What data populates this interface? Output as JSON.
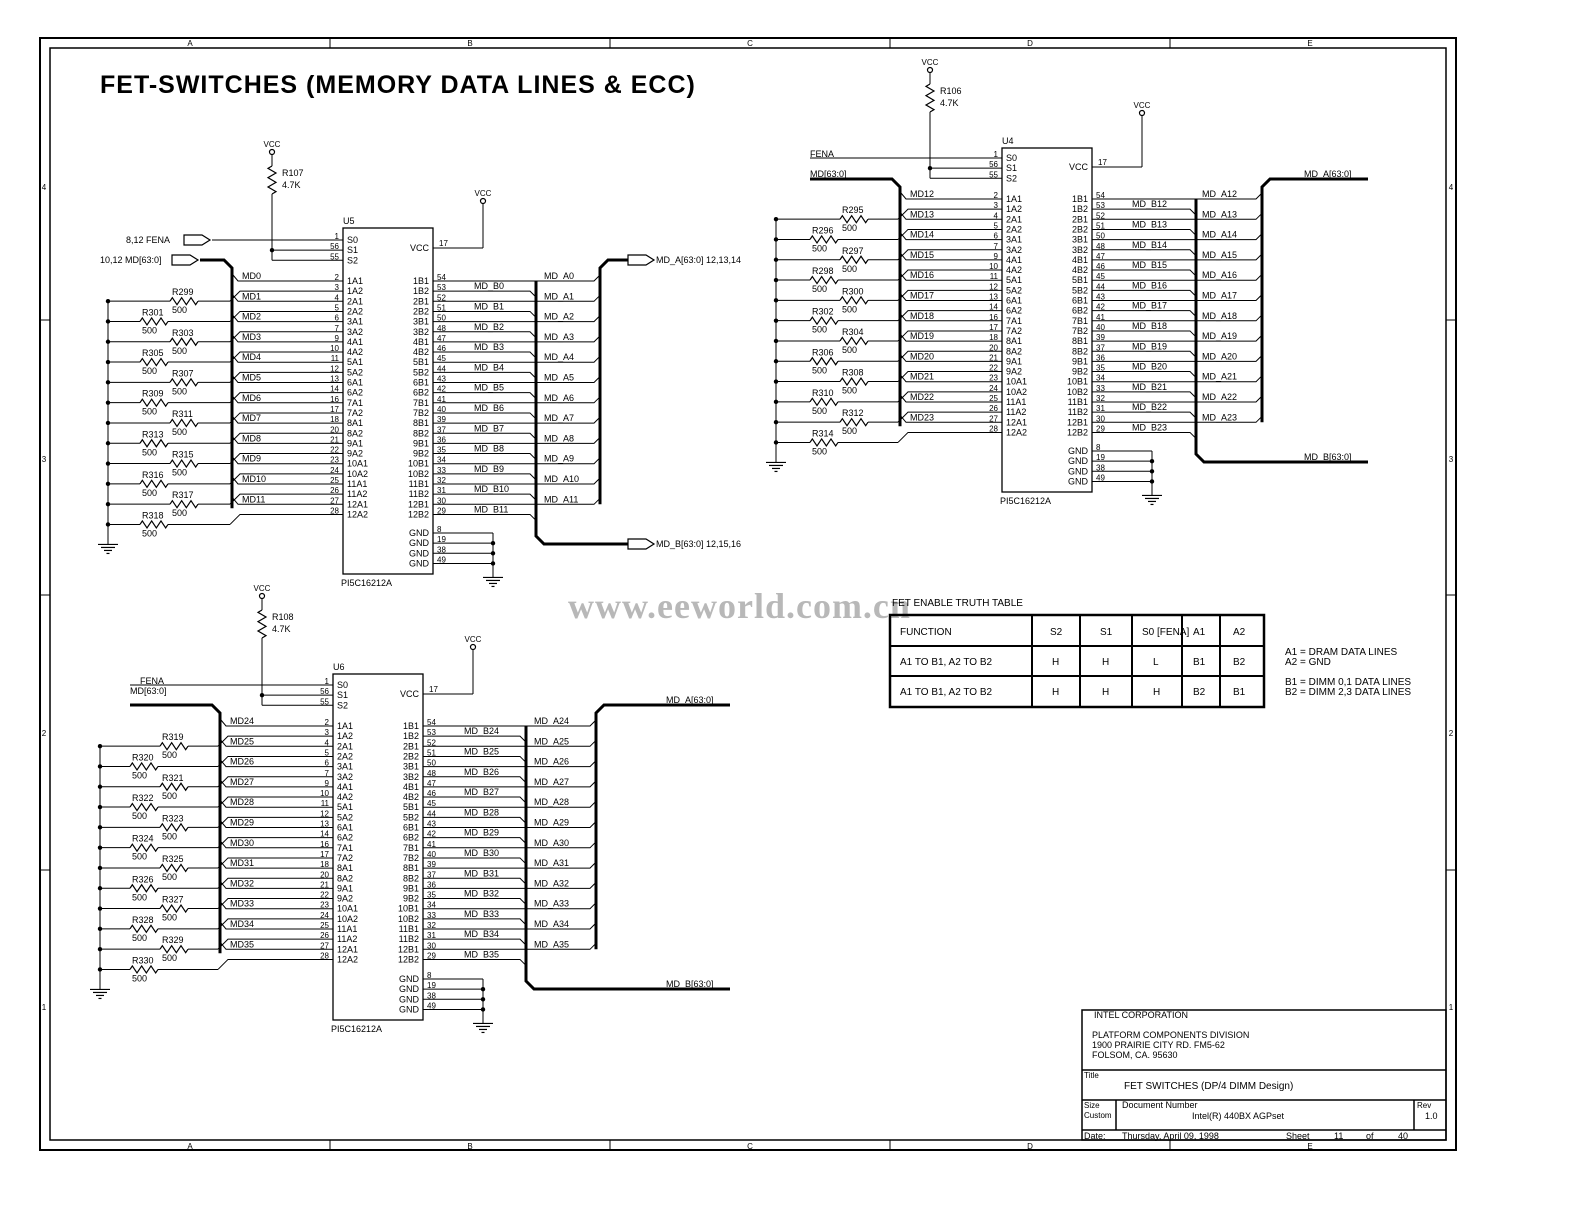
{
  "title": "FET-SWITCHES (MEMORY DATA LINES & ECC)",
  "watermark": "www.eeworld.com.cn",
  "border": {
    "cols": [
      "A",
      "B",
      "C",
      "D",
      "E"
    ],
    "rows": [
      "4",
      "3",
      "2",
      "1"
    ]
  },
  "common": {
    "vcc": "VCC",
    "fena": "FENA",
    "gnd": "GND",
    "part": "PI5C16212A",
    "res500": "500",
    "res47k": "4.7K"
  },
  "u5": {
    "ref": "U5",
    "pullup": "R107",
    "fena_label": "8,12  FENA",
    "md_in_label": "10,12  MD[63:0]",
    "mda_out_label": "MD_A[63:0]  12,13,14",
    "mdb_out_label": "MD_B[63:0]  12,15,16",
    "nets_md": [
      "MD0",
      "MD1",
      "MD2",
      "MD3",
      "MD4",
      "MD5",
      "MD6",
      "MD7",
      "MD8",
      "MD9",
      "MD10",
      "MD11"
    ],
    "nets_a": [
      "MD_A0",
      "MD_A1",
      "MD_A2",
      "MD_A3",
      "MD_A4",
      "MD_A5",
      "MD_A6",
      "MD_A7",
      "MD_A8",
      "MD_A9",
      "MD_A10",
      "MD_A11"
    ],
    "nets_b": [
      "MD_B0",
      "MD_B1",
      "MD_B2",
      "MD_B3",
      "MD_B4",
      "MD_B5",
      "MD_B6",
      "MD_B7",
      "MD_B8",
      "MD_B9",
      "MD_B10",
      "MD_B11"
    ],
    "resistors": [
      "R299",
      "R301",
      "R303",
      "R305",
      "R307",
      "R309",
      "R311",
      "R313",
      "R315",
      "R316",
      "R317",
      "R318"
    ]
  },
  "u4": {
    "ref": "U4",
    "pullup": "R106",
    "fena_label": "FENA",
    "md_in_label": "MD[63:0]",
    "mda_out_label": "MD_A[63:0]",
    "mdb_out_label": "MD_B[63:0]",
    "nets_md": [
      "MD12",
      "MD13",
      "MD14",
      "MD15",
      "MD16",
      "MD17",
      "MD18",
      "MD19",
      "MD20",
      "MD21",
      "MD22",
      "MD23"
    ],
    "nets_a": [
      "MD_A12",
      "MD_A13",
      "MD_A14",
      "MD_A15",
      "MD_A16",
      "MD_A17",
      "MD_A18",
      "MD_A19",
      "MD_A20",
      "MD_A21",
      "MD_A22",
      "MD_A23"
    ],
    "nets_b": [
      "MD_B12",
      "MD_B13",
      "MD_B14",
      "MD_B15",
      "MD_B16",
      "MD_B17",
      "MD_B18",
      "MD_B19",
      "MD_B20",
      "MD_B21",
      "MD_B22",
      "MD_B23"
    ],
    "resistors": [
      "R295",
      "R296",
      "R297",
      "R298",
      "R300",
      "R302",
      "R304",
      "R306",
      "R308",
      "R310",
      "R312",
      "R314"
    ]
  },
  "u6": {
    "ref": "U6",
    "pullup": "R108",
    "fena_label": "FENA",
    "md_in_label": "MD[63:0]",
    "mda_out_label": "MD_A[63:0]",
    "mdb_out_label": "MD_B[63:0]",
    "nets_md": [
      "MD24",
      "MD25",
      "MD26",
      "MD27",
      "MD28",
      "MD29",
      "MD30",
      "MD31",
      "MD32",
      "MD33",
      "MD34",
      "MD35"
    ],
    "nets_a": [
      "MD_A24",
      "MD_A25",
      "MD_A26",
      "MD_A27",
      "MD_A28",
      "MD_A29",
      "MD_A30",
      "MD_A31",
      "MD_A32",
      "MD_A33",
      "MD_A34",
      "MD_A35"
    ],
    "nets_b": [
      "MD_B24",
      "MD_B25",
      "MD_B26",
      "MD_B27",
      "MD_B28",
      "MD_B29",
      "MD_B30",
      "MD_B31",
      "MD_B32",
      "MD_B33",
      "MD_B34",
      "MD_B35"
    ],
    "resistors": [
      "R319",
      "R320",
      "R321",
      "R322",
      "R323",
      "R324",
      "R325",
      "R326",
      "R327",
      "R328",
      "R329",
      "R330"
    ]
  },
  "pins": {
    "left_names": [
      "S0",
      "S1",
      "S2",
      "1A1",
      "1A2",
      "2A1",
      "2A2",
      "3A1",
      "3A2",
      "4A1",
      "4A2",
      "5A1",
      "5A2",
      "6A1",
      "6A2",
      "7A1",
      "7A2",
      "8A1",
      "8A2",
      "9A1",
      "9A2",
      "10A1",
      "10A2",
      "11A1",
      "11A2",
      "12A1",
      "12A2"
    ],
    "left_nums": [
      "1",
      "56",
      "55",
      "2",
      "3",
      "4",
      "5",
      "6",
      "7",
      "9",
      "10",
      "11",
      "12",
      "13",
      "14",
      "16",
      "17",
      "18",
      "20",
      "21",
      "22",
      "23",
      "24",
      "25",
      "26",
      "27",
      "28"
    ],
    "right_names": [
      "1B1",
      "1B2",
      "2B1",
      "2B2",
      "3B1",
      "3B2",
      "4B1",
      "4B2",
      "5B1",
      "5B2",
      "6B1",
      "6B2",
      "7B1",
      "7B2",
      "8B1",
      "8B2",
      "9B1",
      "9B2",
      "10B1",
      "10B2",
      "11B1",
      "11B2",
      "12B1",
      "12B2"
    ],
    "right_nums": [
      "54",
      "53",
      "52",
      "51",
      "50",
      "48",
      "47",
      "46",
      "45",
      "44",
      "43",
      "42",
      "41",
      "40",
      "39",
      "37",
      "36",
      "35",
      "34",
      "33",
      "32",
      "31",
      "30",
      "29"
    ],
    "gnd_nums": [
      "8",
      "19",
      "38",
      "49"
    ],
    "vcc_num": "17"
  },
  "truth_table": {
    "caption": "FET ENABLE TRUTH TABLE",
    "headers": [
      "FUNCTION",
      "S2",
      "S1",
      "S0 [FENA]",
      "A1",
      "A2"
    ],
    "rows": [
      [
        "A1 TO B1, A2 TO B2",
        "H",
        "H",
        "L",
        "B1",
        "B2"
      ],
      [
        "A1 TO B1, A2 TO B2",
        "H",
        "H",
        "H",
        "B2",
        "B1"
      ]
    ],
    "notes": [
      "A1 = DRAM DATA LINES",
      "A2 = GND",
      "B1 = DIMM 0,1 DATA LINES",
      "B2 = DIMM 2,3 DATA LINES"
    ]
  },
  "title_block": {
    "company": "INTEL CORPORATION",
    "division": "PLATFORM COMPONENTS DIVISION",
    "address1": "1900 PRAIRIE CITY RD. FM5-62",
    "address2": "FOLSOM, CA. 95630",
    "title_label": "Title",
    "title": "FET SWITCHES (DP/4 DIMM Design)",
    "size_label": "Size",
    "size": "Custom",
    "docnum_label": "Document Number",
    "docnum": "Intel(R) 440BX AGPset",
    "rev_label": "Rev",
    "rev": "1.0",
    "date_label": "Date:",
    "date": "Thursday, April 09, 1998",
    "sheet_label": "Sheet",
    "sheet": "11",
    "of_label": "of",
    "total": "40"
  }
}
